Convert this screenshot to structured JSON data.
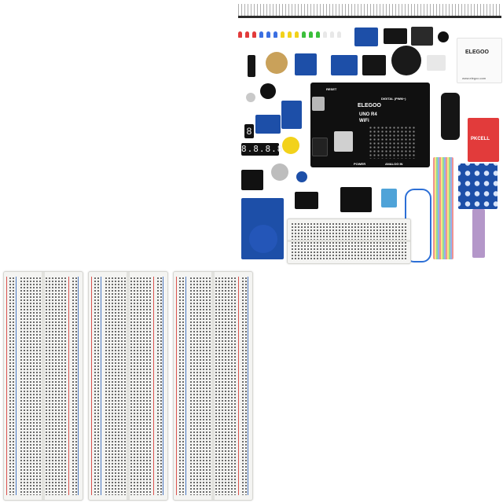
{
  "kit": {
    "board_brand": "ELEGOO",
    "board_model": "UNO R4",
    "board_variant": "WiFi",
    "header_labels": [
      "DIGITAL (PWM~)",
      "POWER",
      "ANALOG IN"
    ],
    "reset_label": "RESET",
    "battery_brand": "PKCELL",
    "card_brand": "ELEGOO",
    "card_url": "www.elegoo.com",
    "segment_display": "8.8.8.8",
    "single_digit": "8"
  },
  "colors": {
    "pcb": "#101010",
    "led_red": "#e23b3b",
    "led_blue": "#3b6fe2",
    "led_yellow": "#f2d21b",
    "led_green": "#3bbf3b",
    "module_blue": "#1d4fa8",
    "breadboard": "#f4f4f2",
    "rail_red": "#d9534f",
    "rail_blue": "#4a78c2",
    "cable_blue": "#2c6fd6"
  }
}
